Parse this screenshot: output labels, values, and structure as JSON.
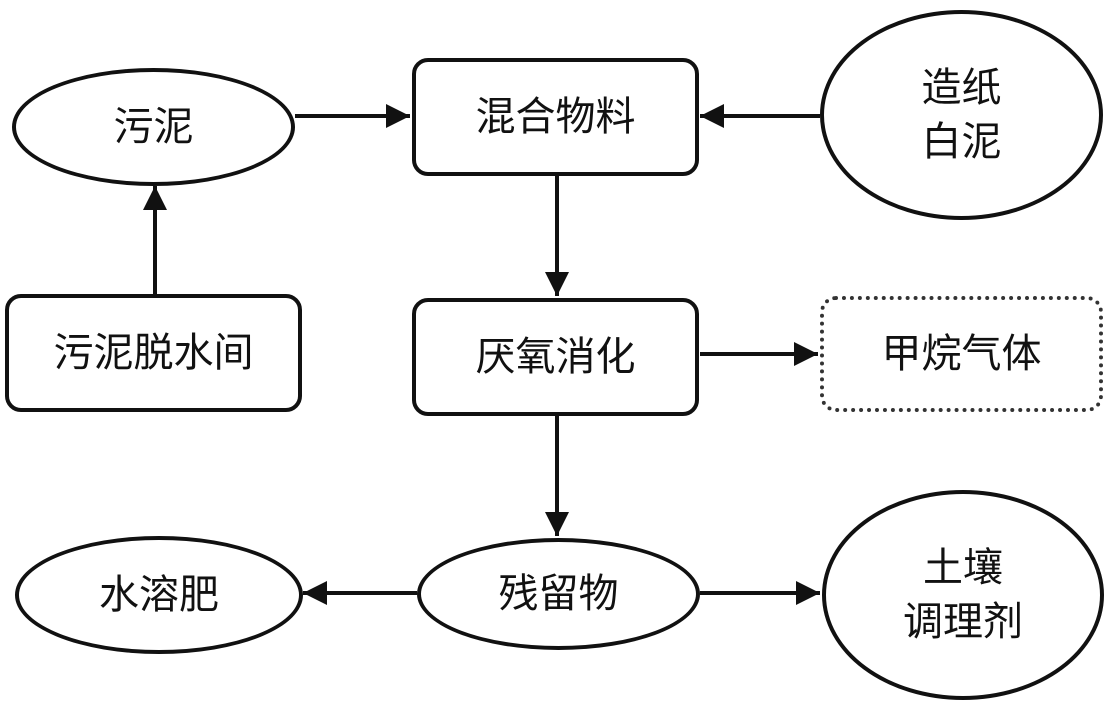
{
  "nodes": {
    "sludge": {
      "label": "污泥"
    },
    "mixed_material": {
      "label": "混合物料"
    },
    "paper_white_mud": {
      "label": "造纸\n白泥"
    },
    "sludge_dewatering_room": {
      "label": "污泥脱水间"
    },
    "anaerobic_digestion": {
      "label": "厌氧消化"
    },
    "methane_gas": {
      "label": "甲烷气体"
    },
    "water_soluble_fertilizer": {
      "label": "水溶肥"
    },
    "residue": {
      "label": "残留物"
    },
    "soil_conditioner": {
      "label": "土壤\n调理剂"
    }
  },
  "edges": [
    {
      "from": "sludge",
      "to": "mixed_material"
    },
    {
      "from": "paper_white_mud",
      "to": "mixed_material"
    },
    {
      "from": "sludge_dewatering_room",
      "to": "sludge"
    },
    {
      "from": "mixed_material",
      "to": "anaerobic_digestion"
    },
    {
      "from": "anaerobic_digestion",
      "to": "methane_gas"
    },
    {
      "from": "anaerobic_digestion",
      "to": "residue"
    },
    {
      "from": "residue",
      "to": "water_soluble_fertilizer"
    },
    {
      "from": "residue",
      "to": "soil_conditioner"
    }
  ]
}
